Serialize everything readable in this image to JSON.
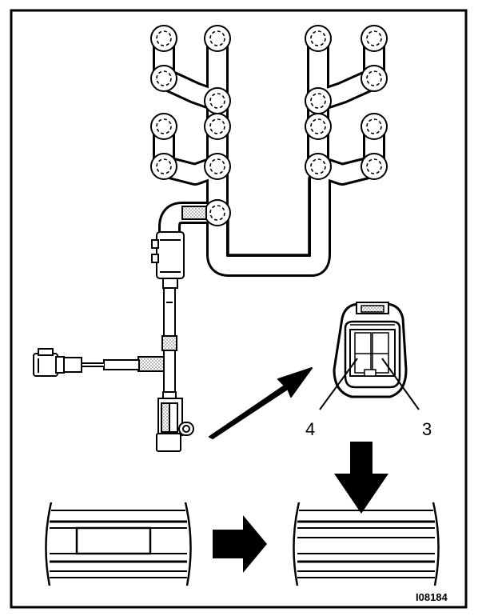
{
  "labels": {
    "pin_left": "4",
    "pin_right": "3",
    "figure_ref": "I08184"
  },
  "colors": {
    "ink": "#000000",
    "paper": "#ffffff",
    "shade": "#d8d8d8"
  }
}
